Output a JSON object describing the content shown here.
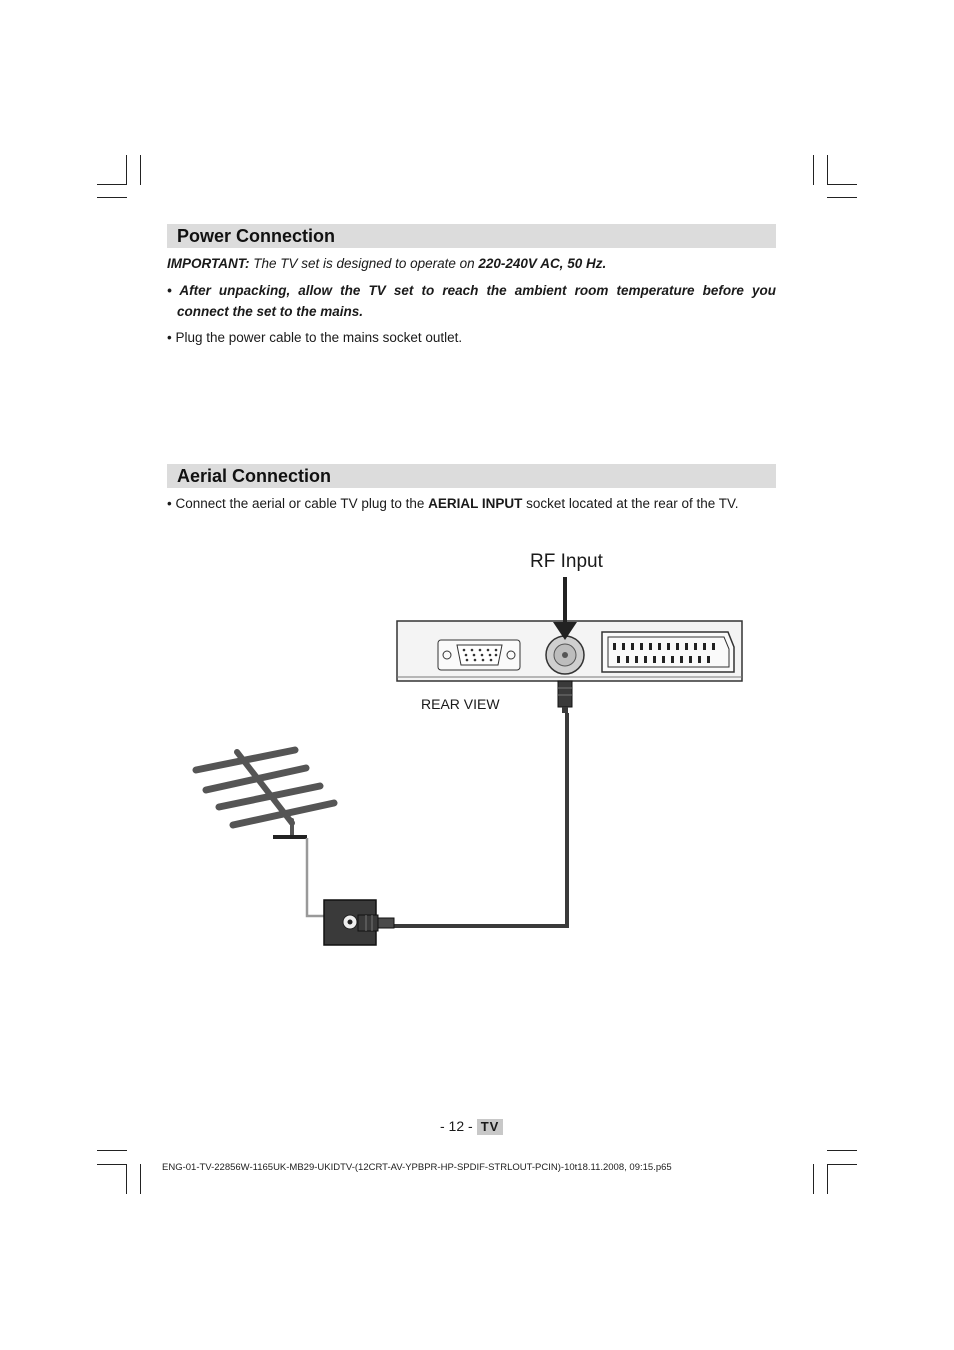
{
  "power": {
    "heading": "Power Connection",
    "important_label": "IMPORTANT:",
    "important_text": " The TV set is designed to operate on ",
    "important_value": "220-240V AC, 50 Hz.",
    "bullet1_line1": "• After unpacking, allow the TV set to reach the ambient room temperature before you",
    "bullet1_line2": "connect the set to the mains.",
    "bullet2": "• Plug the power cable to the mains socket outlet."
  },
  "aerial": {
    "heading": "Aerial Connection",
    "text_before": "• Connect the aerial or cable TV plug to the ",
    "text_bold": "AERIAL INPUT",
    "text_after": " socket located at the rear of the TV."
  },
  "diagram": {
    "rf_input_label": "RF Input",
    "rear_view_label": "REAR VIEW"
  },
  "footer": {
    "page_number": "- 12 -",
    "section_badge": "TV",
    "file_info": "ENG-01-TV-22856W-1165UK-MB29-UKIDTV-(12CRT-AV-YPBPR-HP-SPDIF-STRLOUT-PCIN)-10t18.11.2008, 09:15.p65"
  }
}
